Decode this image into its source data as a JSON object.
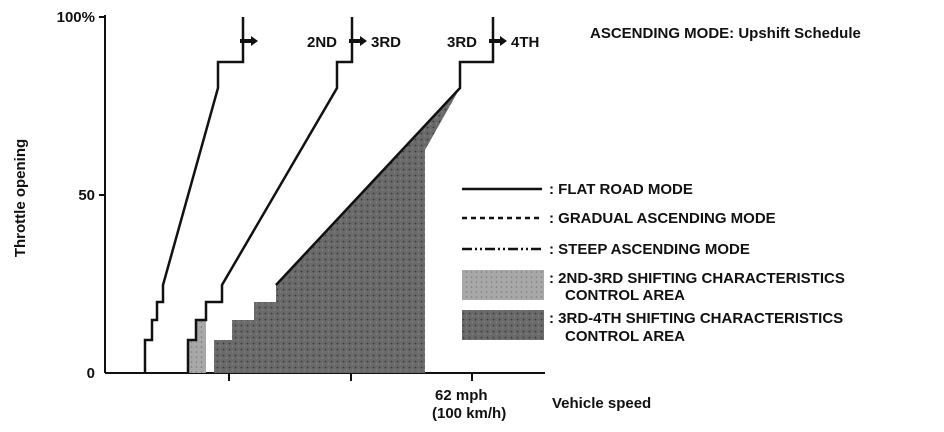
{
  "title": "ASCENDING MODE: Upshift Schedule",
  "y_axis": {
    "label": "Throttle opening",
    "ticks": [
      "100%",
      "50",
      "0"
    ]
  },
  "x_axis": {
    "label": "Vehicle speed",
    "marker_mph": "62 mph",
    "marker_kmh": "(100 km/h)"
  },
  "shift_labels": [
    {
      "text": "2ND",
      "to": "3RD"
    },
    {
      "text": "3RD",
      "to": "4TH"
    }
  ],
  "legend": {
    "flat": ": FLAT ROAD MODE",
    "gradual": ": GRADUAL ASCENDING MODE",
    "steep": ": STEEP ASCENDING MODE",
    "area23_line1": ": 2ND-3RD SHIFTING CHARACTERISTICS",
    "area23_line2": "CONTROL AREA",
    "area34_line1": ": 3RD-4TH SHIFTING CHARACTERISTICS",
    "area34_line2": "CONTROL AREA"
  },
  "colors": {
    "line": "#111111",
    "area23": "#9a9a9a",
    "area34": "#5e5e5e"
  }
}
